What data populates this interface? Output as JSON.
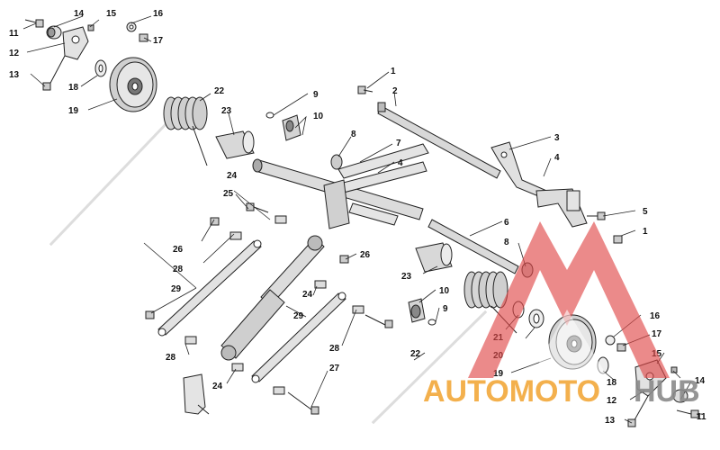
{
  "callouts": {
    "c1a": "1",
    "c1b": "1",
    "c2": "2",
    "c3": "3",
    "c4a": "4",
    "c4b": "4",
    "c5": "5",
    "c6": "6",
    "c7": "7",
    "c8a": "8",
    "c8b": "8",
    "c9a": "9",
    "c9b": "9",
    "c10a": "10",
    "c10b": "10",
    "c11a": "11",
    "c11b": "11",
    "c12a": "12",
    "c12b": "12",
    "c13a": "13",
    "c13b": "13",
    "c14a": "14",
    "c14b": "14",
    "c15a": "15",
    "c15b": "15",
    "c16a": "16",
    "c16b": "16",
    "c17a": "17",
    "c17b": "17",
    "c18a": "18",
    "c18b": "18",
    "c19a": "19",
    "c19b": "19",
    "c20": "20",
    "c21": "21",
    "c22a": "22",
    "c22b": "22",
    "c23a": "23",
    "c23b": "23",
    "c24a": "24",
    "c24b": "24",
    "c24c": "24",
    "c25": "25",
    "c26a": "26",
    "c26b": "26",
    "c27": "27",
    "c28a": "28",
    "c28b": "28",
    "c28c": "28",
    "c29a": "29",
    "c29b": "29"
  },
  "watermark": {
    "text_main": "AUTOMOTO",
    "text_accent": "HUB",
    "main_color": "#f2a83a",
    "accent_color": "#8a8a8a",
    "logo_color": "#e04848"
  },
  "colors": {
    "part_fill": "#d8d8d8",
    "part_dark": "#8c8c8c",
    "line": "#222222"
  }
}
